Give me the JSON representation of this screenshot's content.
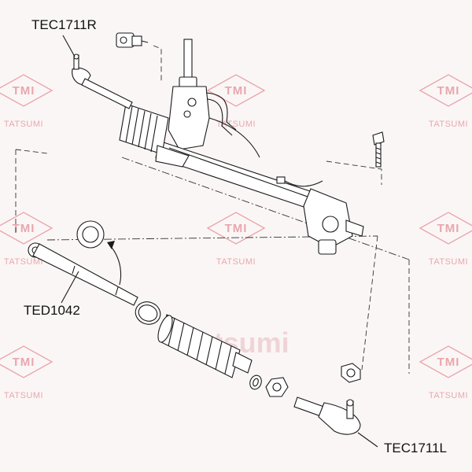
{
  "watermark": {
    "brand": "TMI",
    "maker": "TATSUMI",
    "center_text": "Tatsumi"
  },
  "parts": {
    "tie_rod_end_right": "TEC1711R",
    "inner_tie_rod": "TED1042",
    "tie_rod_end_left": "TEC1711L"
  }
}
